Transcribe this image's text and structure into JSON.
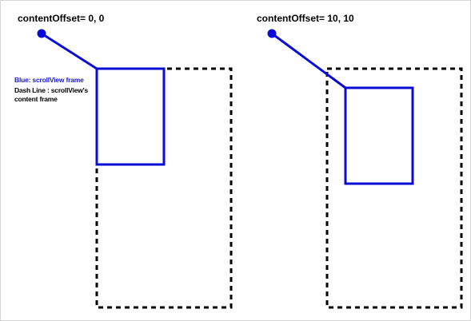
{
  "colors": {
    "scroll_view_frame": "#0b0bd6",
    "content_frame": "#000000",
    "background": "#ffffff"
  },
  "panels": [
    {
      "title": "contentOffset= 0, 0",
      "content_offset": [
        0,
        0
      ]
    },
    {
      "title": "contentOffset= 10, 10",
      "content_offset": [
        10,
        10
      ]
    }
  ],
  "legend": {
    "blue_label": "Blue: scrollView frame",
    "dash_label": "Dash Line : scrollView's content frame"
  }
}
